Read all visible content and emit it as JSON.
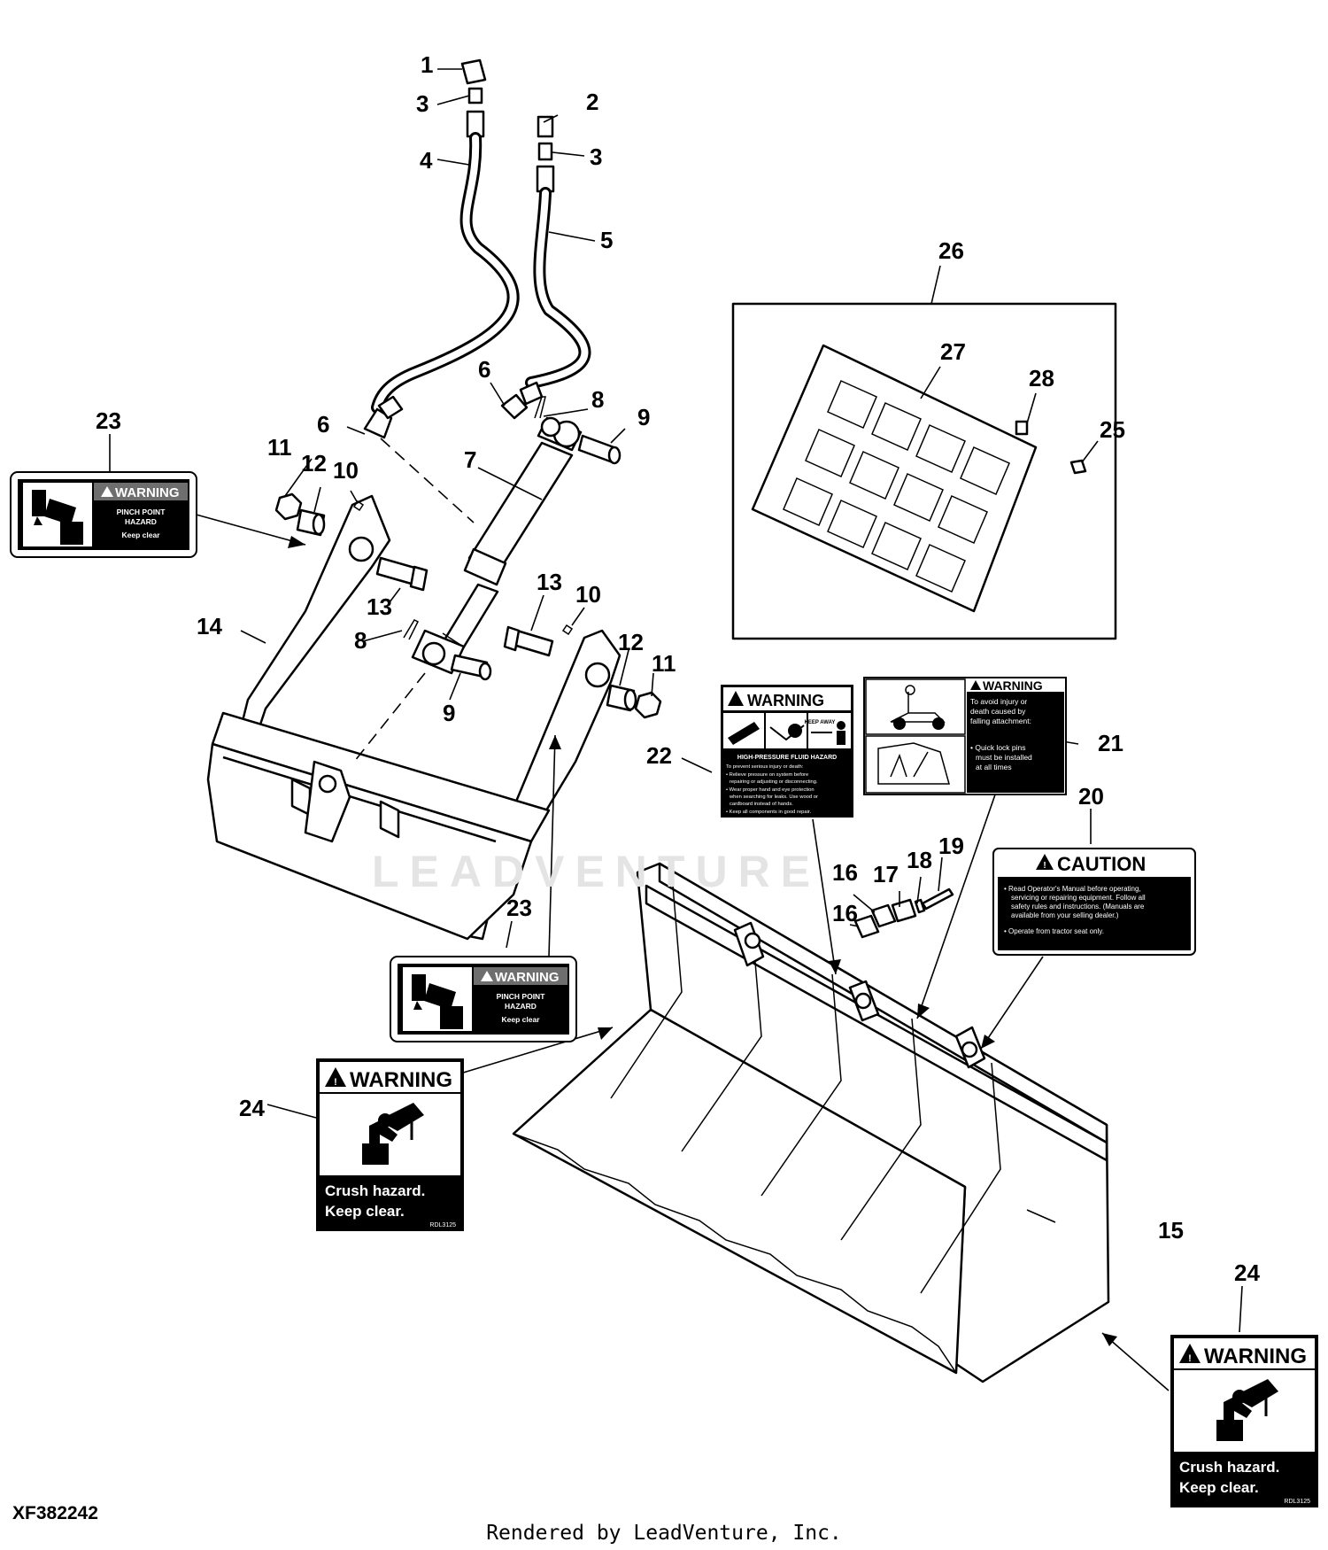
{
  "figure_id": "XF382242",
  "footer": "Rendered by LeadVenture, Inc.",
  "watermark": "LEADVENTURE",
  "callouts": {
    "c1": "1",
    "c2": "2",
    "c3a": "3",
    "c3b": "3",
    "c4": "4",
    "c5": "5",
    "c6a": "6",
    "c6b": "6",
    "c7": "7",
    "c8a": "8",
    "c8b": "8",
    "c9a": "9",
    "c9b": "9",
    "c10a": "10",
    "c10b": "10",
    "c11a": "11",
    "c11b": "11",
    "c12a": "12",
    "c12b": "12",
    "c13a": "13",
    "c13b": "13",
    "c14": "14",
    "c15": "15",
    "c16a": "16",
    "c16b": "16",
    "c17": "17",
    "c18": "18",
    "c19": "19",
    "c20": "20",
    "c21": "21",
    "c22": "22",
    "c23a": "23",
    "c23b": "23",
    "c24a": "24",
    "c24b": "24",
    "c25": "25",
    "c26": "26",
    "c27": "27",
    "c28": "28"
  },
  "labels": {
    "pinch": {
      "header": "WARNING",
      "line1": "PINCH POINT",
      "line2": "HAZARD",
      "line3": "Keep clear"
    },
    "crush": {
      "header": "WARNING",
      "line1": "Crush hazard.",
      "line2": "Keep clear.",
      "code": "RDL3125"
    },
    "fluid": {
      "header": "WARNING",
      "keep_away": "KEEP AWAY",
      "title": "HIGH-PRESSURE FLUID HAZARD",
      "line1": "To prevent serious injury or death:",
      "line2": "• Relieve pressure on system before",
      "line3": "repairing or adjusting or disconnecting.",
      "line4": "• Wear proper hand and eye protection",
      "line5": "when searching for leaks. Use wood or",
      "line6": "cardboard instead of hands.",
      "line7": "• Keep all components in good repair."
    },
    "fall": {
      "header": "WARNING",
      "line1": "To avoid injury or",
      "line2": "death caused by",
      "line3": "falling attachment:",
      "line4": "• Quick lock pins",
      "line5": "must be installed",
      "line6": "at all times"
    },
    "caution": {
      "header": "CAUTION",
      "line1": "• Read Operator's Manual before operating,",
      "line2": "servicing or repairing equipment. Follow all",
      "line3": "safety rules and instructions. (Manuals are",
      "line4": "available from your selling dealer.)",
      "line5": "• Operate from tractor seat only."
    }
  }
}
